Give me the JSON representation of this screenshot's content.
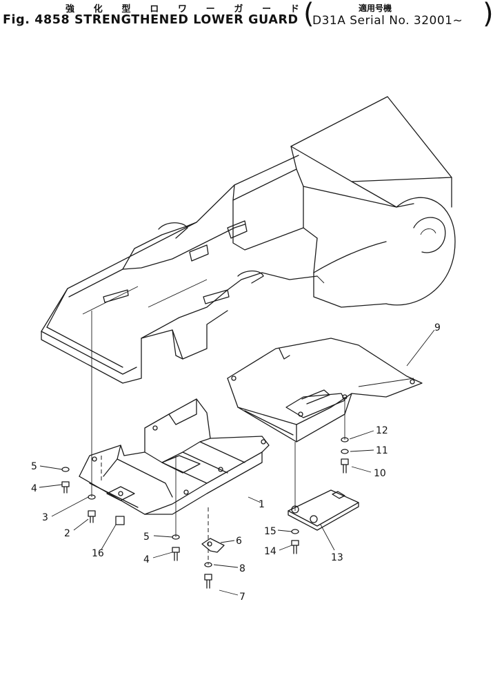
{
  "title": {
    "jp_chars": [
      "強",
      "化",
      "型",
      "ロ",
      "ワ",
      "ー",
      "ガ",
      "ー",
      "ド"
    ],
    "fig_line": "Fig. 4858 STRENGTHENED LOWER GUARD"
  },
  "serial": {
    "jp": "適用号機",
    "en": "D31A Serial No. 32001~"
  },
  "callouts": [
    "1",
    "2",
    "3",
    "4",
    "4",
    "5",
    "5",
    "6",
    "7",
    "8",
    "9",
    "10",
    "11",
    "12",
    "13",
    "14",
    "15",
    "16"
  ]
}
